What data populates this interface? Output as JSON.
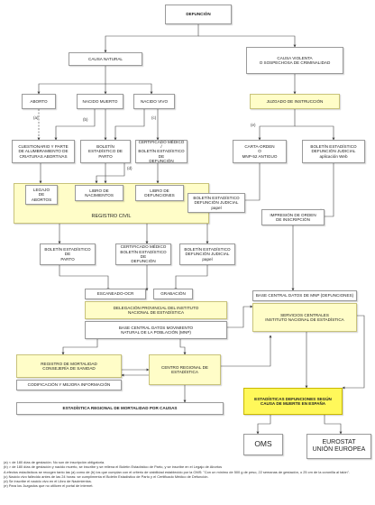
{
  "nodes": {
    "defuncion": "DEFUNCIÓN",
    "causa_natural": "CAUSA NATURAL",
    "causa_violenta": "CAUSA VIOLENTA\nO SOSPECHOSA DE CRIMINALIDAD",
    "aborto": "ABORTO",
    "nacido_muerto": "NACIDO MUERTO",
    "nacido_vivo": "NACIDO VIVO",
    "juzgado": "JUZGADO DE INSTRUCCIÓN",
    "cuestionario": "CUESTIONARIO Y PARTE\nDE ALUMBRAMIENTO DE\nCRIATURAS ABORTIVAS",
    "boletin_parto": "BOLETÍN ESTADÍSTICO DE\nPARTO",
    "certificado": "CERTIFICADO MÉDICO /\nBOLETÍN ESTADÍSTICO DE\nDEFUNCIÓN",
    "carta_orden": "CARTA-ORDEN\nO\nMNP-52 ANTIGUO",
    "boletin_judicial_web": "BOLETÍN ESTADÍSTICO\nDEFUNCIÓN JUDICIAL\naplicación Web",
    "legajo": "LEGAJO\nDE\nABORTOS",
    "libro_nacimientos": "LIBRO DE\nNACIMIENTOS",
    "libro_defunciones": "LIBRO DE\nDEFUNCIONES",
    "registro_civil": "REGISTRO CIVIL",
    "boletin_judicial_papel": "BOLETÍN ESTADÍSTICO\nDEFUNCIÓN JUDICIAL\npapel",
    "impresion_orden": "IMPRESIÓN DE ORDEN\nDE INSCRIPCIÓN",
    "boletin_parto_2": "BOLETÍN ESTADÍSTICO DE\nPARTO",
    "certificado_2": "CERTIFICADO MÉDICO\nBOLETÍN ESTADÍSTICO DE\nDEFUNCIÓN",
    "boletin_judicial_papel_2": "BOLETÍN ESTADÍSTICO\nDEFUNCIÓN JUDICIAL\npapel",
    "escaneado": "ESCANEADO-OCR",
    "grabacion": "GRABACIÓN",
    "delegacion": "DELEGACIÓN PROVINCIAL DEL INSTITUTO\nNACIONAL DE ESTADÍSTICA",
    "base_mnp": "BASE CENTRAL DATOS MOVIMIENTO\nNATURAL DE LA POBLACIÓN (MNP)",
    "base_defunciones": "BASE CENTRAL DATOS DE MNP (DEFUNCIONES)",
    "servicios_centrales": "SERVICIOS CENTRALES\nINSTITUTO NACIONAL DE ESTADÍSTICA",
    "registro_mortalidad": "REGISTRO DE MORTALIDAD\nCONSEJERÍA DE SANIDAD",
    "codificacion": "CODIFICACIÓN Y MEJORA INFORMACIÓN",
    "centro_regional": "CENTRO REGIONAL DE\nESTADÍSTICA",
    "estadistica_regional": "ESTADÍSTICA REGIONAL DE MORTALIDAD POR CAUSAS",
    "estadisticas_defunciones": "ESTADÍSTICAS DEFUNCIONES SEGÚN\nCAUSA DE MUERTE EN ESPAÑA",
    "oms": "OMS",
    "eurostat": "EUROSTAT\nUNIÓN EUROPEA"
  },
  "edge_labels": {
    "a": "(a)",
    "b": "(b)",
    "c": "(c)",
    "d": "(d)",
    "e": "(e)"
  },
  "notes": [
    "(a)   < de 180 días de gestación. No son de inscripción obligatoria.",
    "(b)   > de 180 días de gestación y nacido muerto, se inscribe y se rellena el Boletín Estadístico de Parto, y se inscribe en el Legajo de Abortos",
    "A efectos estadísticos se recogen tanto las (a) como de (b) los que cumplan con el criterio de viabilidad establecido por la OMS: \"Con un mínimo de 500 g de peso, 22 semanas de gestación, o 25 cm de la coronilla al talón\".",
    "(c)   Nacido vivo fallecido antes de las 24 horas: se cumplimenta el Boletín Estadístico de Parto y el Certificado Médico de Defunción.",
    "(d)   Se inscribe el nacido vivo en el Libro de Nacimientos.",
    "(e)   Para los Juzgados que no utilicen el portal de internet."
  ]
}
